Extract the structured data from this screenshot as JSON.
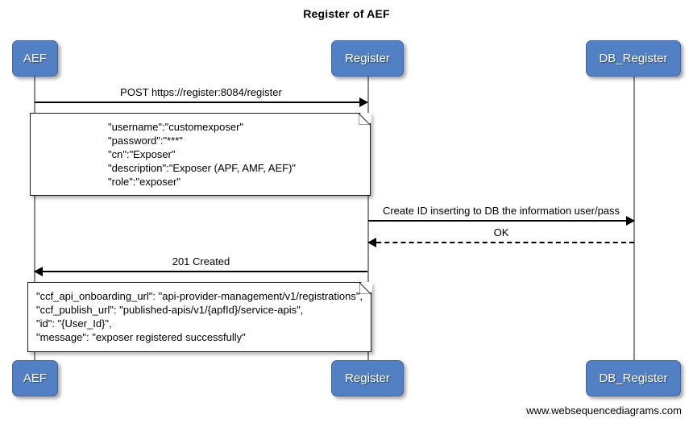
{
  "diagram": {
    "title": "Register of AEF",
    "footer": "www.websequencediagrams.com",
    "accent_color": "#5280c4",
    "line_color": "#000000",
    "lifeline_color": "#8a8a8a"
  },
  "participants": [
    {
      "id": "aef",
      "label_top": "AEF",
      "label_bottom": "AEF"
    },
    {
      "id": "register",
      "label_top": "Register",
      "label_bottom": "Register"
    },
    {
      "id": "db_register",
      "label_top": "DB_Register",
      "label_bottom": "DB_Register"
    }
  ],
  "messages": [
    {
      "id": "m1",
      "label": "POST https://register:8084/register",
      "from": "aef",
      "to": "register",
      "style": "solid",
      "direction": "right"
    },
    {
      "id": "m2",
      "label": "Create ID inserting to DB the information user/pass",
      "from": "register",
      "to": "db_register",
      "style": "solid",
      "direction": "right"
    },
    {
      "id": "m3",
      "label": "OK",
      "from": "db_register",
      "to": "register",
      "style": "dashed",
      "direction": "left"
    },
    {
      "id": "m4",
      "label": "201 Created",
      "from": "register",
      "to": "aef",
      "style": "solid",
      "direction": "left"
    }
  ],
  "notes": [
    {
      "id": "note-request-payload",
      "lines": [
        "\"username\":\"customexposer\"",
        "\"password\":\"***\"",
        "\"cn\":\"Exposer\"",
        "\"description\":\"Exposer (APF, AMF, AEF)\"",
        "\"role\":\"exposer\""
      ]
    },
    {
      "id": "note-response-payload",
      "lines": [
        "\"ccf_api_onboarding_url\": \"api-provider-management/v1/registrations\",",
        "\"ccf_publish_url\": \"published-apis/v1/{apfId}/service-apis\",",
        "\"id\": \"{User_Id}\",",
        "\"message\": \"exposer registered successfully\""
      ]
    }
  ]
}
